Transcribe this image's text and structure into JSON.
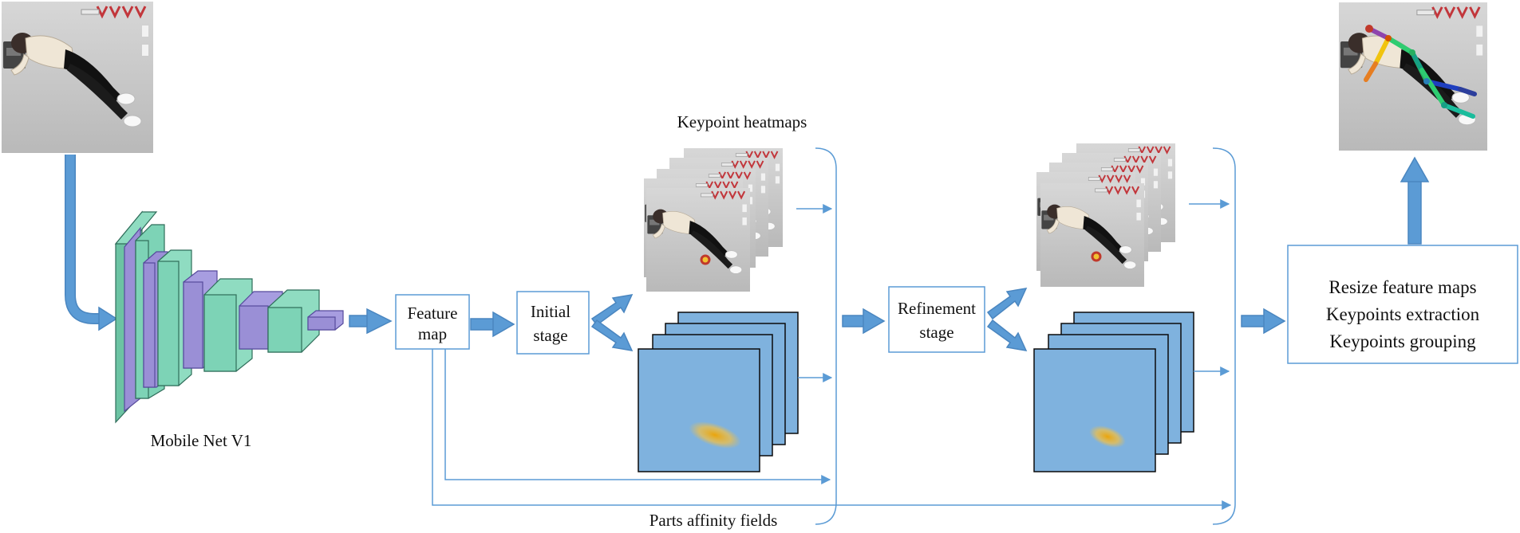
{
  "diagram": {
    "input_image_alt": "",
    "output_image_alt": "",
    "backbone_label": "Mobile Net V1",
    "feature_map_label": [
      "Feature",
      "map"
    ],
    "initial_stage_label": [
      "Initial",
      "stage"
    ],
    "refinement_stage_label": [
      "Refinement",
      "stage"
    ],
    "keypoint_heatmaps_label": "Keypoint heatmaps",
    "parts_affinity_fields_label": "Parts affinity fields",
    "postprocess_lines": [
      "Resize feature maps",
      "Keypoints extraction",
      "Keypoints grouping"
    ]
  },
  "colors": {
    "arrow_fill": "#5b9bd5",
    "arrow_stroke": "#4a86c0",
    "box_border": "#5b9bd5",
    "paf_fill": "#7fb2de",
    "cnn_green": "#7dd3b6",
    "cnn_purple": "#9a8fd6",
    "heat_spot": "#f4b223"
  }
}
